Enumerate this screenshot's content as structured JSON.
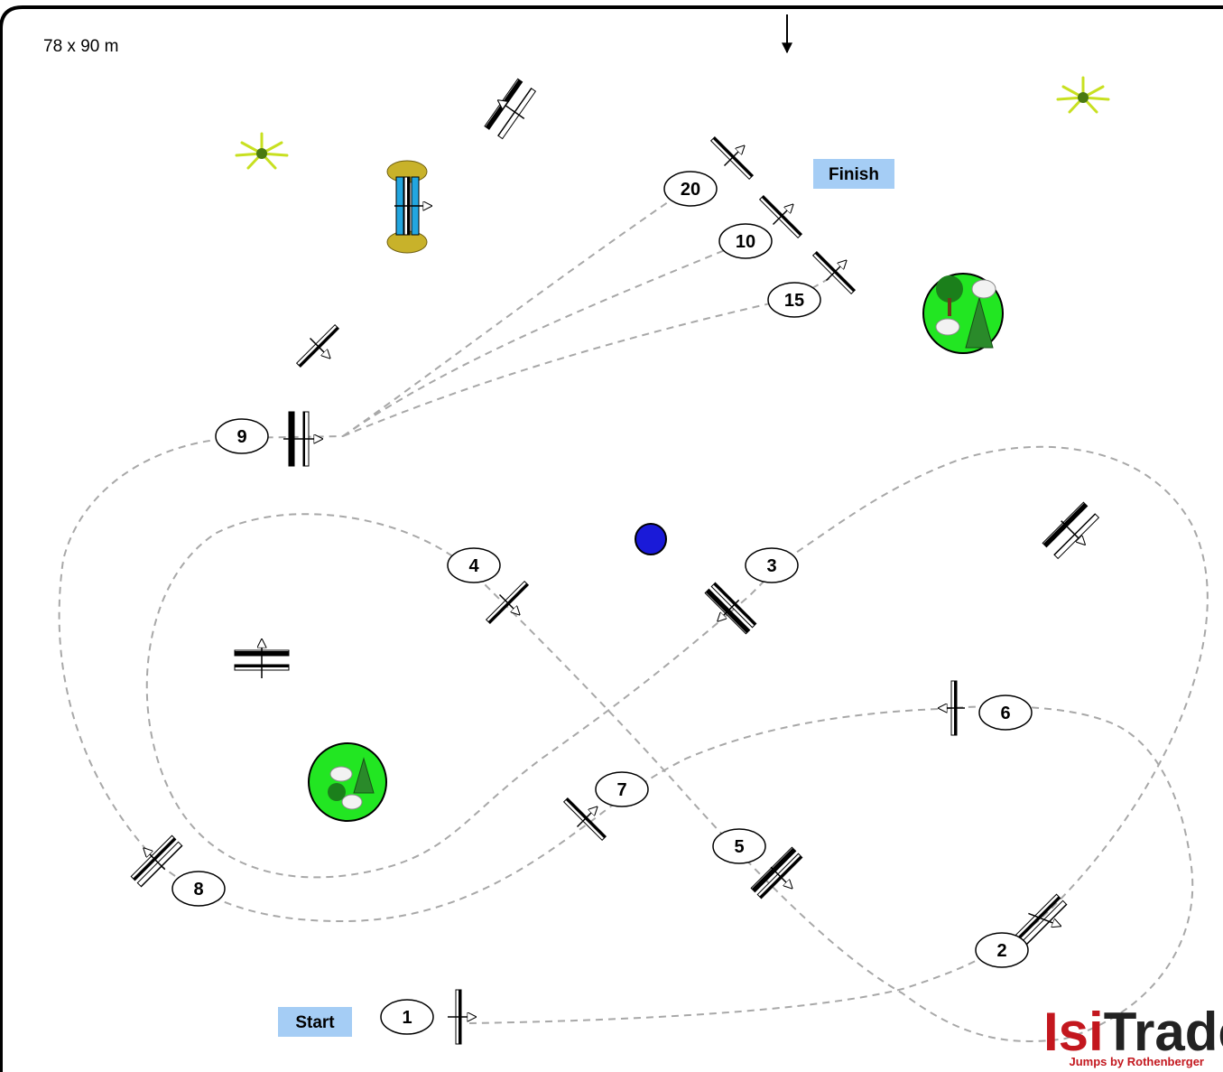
{
  "arena": {
    "dimensions": "78 x 90 m"
  },
  "markers": {
    "start": "Start",
    "finish": "Finish"
  },
  "jump_numbers": [
    "1",
    "2",
    "3",
    "4",
    "5",
    "6",
    "7",
    "8",
    "9",
    "10",
    "15",
    "20"
  ],
  "logo": {
    "brand_part1": "Isi",
    "brand_part2": "Trade",
    "tagline": "Jumps by Rothenberger"
  },
  "colors": {
    "path": "#a8a8a8",
    "tag_bg": "#a5cdf5",
    "grass": "#22e622",
    "water_dot": "#1a1ad8",
    "logo_red": "#c3171e"
  }
}
